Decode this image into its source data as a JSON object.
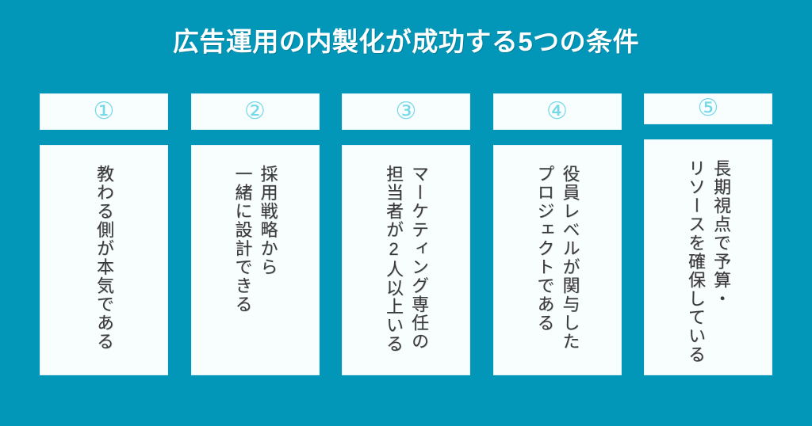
{
  "slide": {
    "title": "広告運用の内製化が成功する5つの条件",
    "background_color": "#0297b8",
    "card_background_color": "#f8fdfe",
    "badge_color": "#74d8e8",
    "body_text_color": "#3a3a3a",
    "title_color": "#ffffff"
  },
  "cards": [
    {
      "badge": "①",
      "lines": [
        "教わる側が本気である"
      ]
    },
    {
      "badge": "②",
      "lines": [
        "採用戦略から",
        "一緒に設計できる"
      ]
    },
    {
      "badge": "③",
      "lines": [
        "マーケティング専任の",
        "担当者が2人以上いる"
      ]
    },
    {
      "badge": "④",
      "lines": [
        "役員レベルが関与した",
        "プロジェクトである"
      ]
    },
    {
      "badge": "⑤",
      "lines": [
        "長期視点で予算・",
        "リソースを確保している"
      ]
    }
  ]
}
